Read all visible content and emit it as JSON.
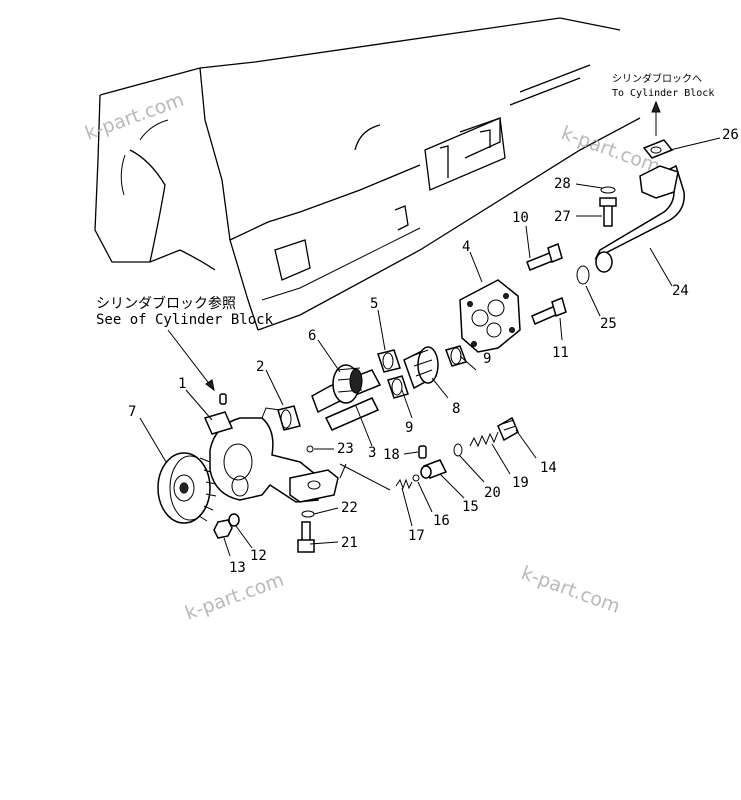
{
  "watermark": {
    "text": "k-part.com",
    "color": "#b9b9b9"
  },
  "notes": {
    "cylinder_block_jp": "シリンダブロック参照",
    "cylinder_block_en": "See of Cylinder Block",
    "to_block_jp": "シリンダブロックへ",
    "to_block_en": "To Cylinder Block"
  },
  "callouts": {
    "p1": "1",
    "p2": "2",
    "p3": "3",
    "p4": "4",
    "p5": "5",
    "p6": "6",
    "p7": "7",
    "p8": "8",
    "p9a": "9",
    "p9b": "9",
    "p10": "10",
    "p11": "11",
    "p12": "12",
    "p13": "13",
    "p14": "14",
    "p15": "15",
    "p16": "16",
    "p17": "17",
    "p18": "18",
    "p19": "19",
    "p20": "20",
    "p21": "21",
    "p22": "22",
    "p23": "23",
    "p24": "24",
    "p25": "25",
    "p26": "26",
    "p27": "27",
    "p28": "28"
  }
}
